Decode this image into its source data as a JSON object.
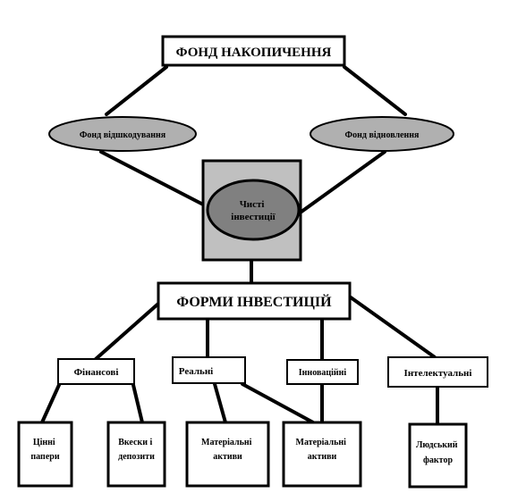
{
  "nodes": {
    "fund": "ФОНД НАКОПИЧЕННЯ",
    "compensation": "Фонд відшкодування",
    "renewal": "Фонд відновлення",
    "net_investment": [
      "Чисті",
      "інвестиції"
    ],
    "forms": "ФОРМИ ІНВЕСТИЦІЙ",
    "financial": "Фінансові",
    "real": "Реальні",
    "innovative": "Інноваційні",
    "intellectual": "Інтелектуальні",
    "securities": [
      "Цінні",
      "папери"
    ],
    "deposits": [
      "Вкески і",
      "депозити"
    ],
    "material_1": [
      "Матеріальні",
      "активи"
    ],
    "material_2": [
      "Матеріальні",
      "активи"
    ],
    "human": [
      "Людський",
      "фактор"
    ]
  },
  "colors": {
    "ellipse_fill": "#b0b0b0",
    "box_fill": "#c0c0c0",
    "inner_ellipse_fill": "#808080",
    "stroke": "#000000"
  }
}
